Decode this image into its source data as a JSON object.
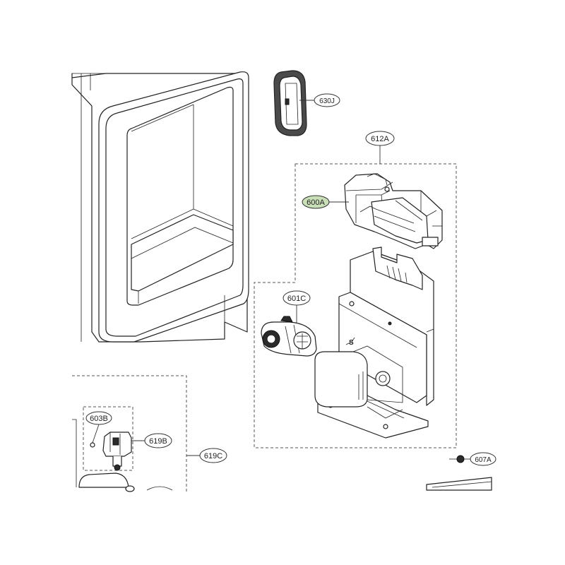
{
  "diagram": {
    "highlight_color": "#c9dfb8",
    "line_color": "#333333",
    "callouts": {
      "c630j": "630J",
      "c612a": "612A",
      "c600a": "600A",
      "c601c": "601C",
      "c603b": "603B",
      "c619b": "619B",
      "c619c": "619C",
      "c607a": "607A"
    }
  }
}
